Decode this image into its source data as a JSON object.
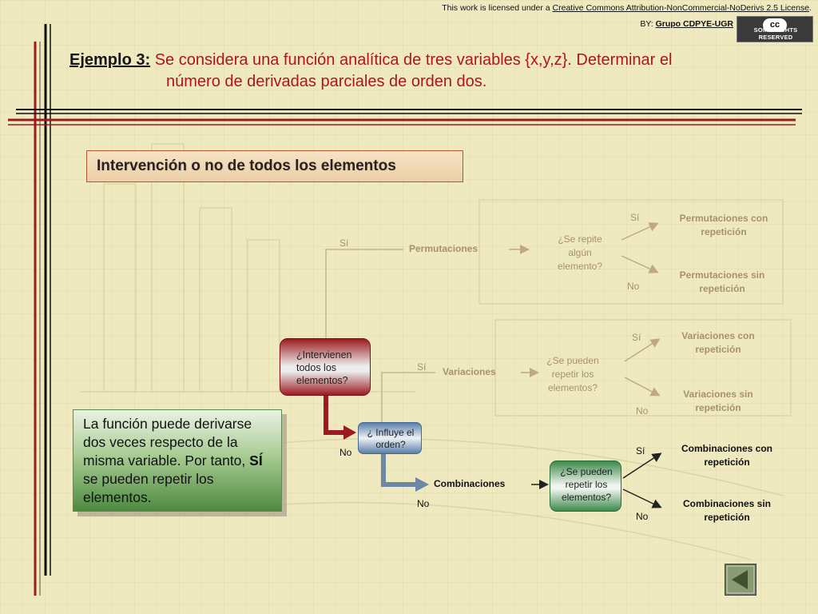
{
  "license": {
    "prefix": "This work is licensed under a ",
    "link": "Creative Commons Attribution-NonCommercial-NoDerivs 2.5 License",
    "suffix": "."
  },
  "credit": {
    "prefix": "BY: ",
    "name": "Grupo CDPYE-UGR"
  },
  "cc_badge": {
    "logo": "cc",
    "text": "SOME RIGHTS RESERVED"
  },
  "title": {
    "label": "Ejemplo 3:",
    "line1": " Se considera una función analítica de tres variables {x,y,z}. Determinar el",
    "line2": "número de derivadas parciales de orden dos."
  },
  "header": "Intervención o no de todos los elementos",
  "flow": {
    "q_intervienen": [
      "¿Intervienen",
      "todos los",
      "elementos?"
    ],
    "q_orden": [
      "¿ Influye el",
      "orden?"
    ],
    "q_repetir_comb": [
      "¿Se pueden",
      "repetir los",
      "elementos?"
    ],
    "si": "Sí",
    "no": "No",
    "permutaciones": "Permutaciones",
    "variaciones": "Variaciones",
    "combinaciones": "Combinaciones",
    "q_repite_algun": [
      "¿Se repite",
      "algún",
      "elemento?"
    ],
    "q_repetir_var": [
      "¿Se pueden",
      "repetir los",
      "elementos?"
    ],
    "perm_con": [
      "Permutaciones con",
      "repetición"
    ],
    "perm_sin": [
      "Permutaciones sin",
      "repetición"
    ],
    "var_con": [
      "Variaciones con",
      "repetición"
    ],
    "var_sin": [
      "Variaciones sin",
      "repetición"
    ],
    "comb_con": [
      "Combinaciones con",
      "repetición"
    ],
    "comb_sin": [
      "Combinaciones sin",
      "repetición"
    ]
  },
  "explanation": {
    "pre": "La función puede derivarse dos veces respecto de la misma variable. Por tanto, ",
    "bold": "SÍ",
    "post": " se pueden repetir los elementos."
  },
  "colors": {
    "title_red": "#b0151b",
    "frame_red": "#9b1b20",
    "faded_text": "#a8916b",
    "arrow_red": "#9b1b20",
    "arrow_blue": "#6d87a6",
    "arrow_green": "#2b2b2b"
  },
  "icons": {
    "back": "back-arrow-icon"
  }
}
